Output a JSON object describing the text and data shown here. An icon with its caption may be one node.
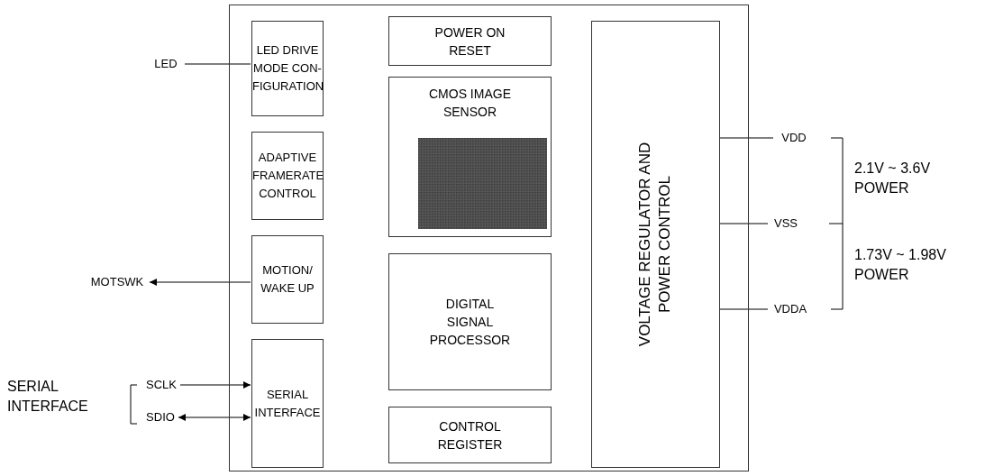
{
  "diagram": {
    "nodes": [
      {
        "text": [],
        "shape": "box"
      },
      {
        "text": [
          "LED DRIVE MODE CON- FIGURATION"
        ],
        "in": 0
      },
      {
        "text": [
          "ADAPTIVE FRAMERATE CONTROL"
        ],
        "in": 0
      },
      {
        "text": [
          "MOTION/ WAKE UP"
        ],
        "in": 0
      },
      {
        "text": [
          "SERIAL INTERFACE"
        ],
        "in": 0
      },
      {
        "text": [
          "POWER ON RESET"
        ],
        "in": 0
      },
      {
        "text": [
          "CMOS IMAGE SENSOR"
        ],
        "in": 0
      },
      {
        "text": [
          "DIGITAL SIGNAL PROCESSOR"
        ],
        "in": 0
      },
      {
        "text": [
          "CONTROL REGISTER"
        ],
        "in": 0
      },
      {
        "text": [
          "VOLTAGE REGULATOR AND POWER CONTROL"
        ],
        "in": 0
      },
      {
        "text": [
          "LED"
        ]
      },
      {
        "text": [
          "MOTSWK"
        ]
      },
      {
        "text": [
          "SCLK"
        ]
      },
      {
        "text": [
          "SDIO"
        ]
      },
      {
        "text": [
          "VDD"
        ]
      },
      {
        "text": [
          "VSS"
        ]
      },
      {
        "text": [
          "VDDA"
        ]
      }
    ],
    "edges": [
      {
        "from": 10,
        "to": 1,
        "arrow": "none"
      },
      {
        "from": 3,
        "to": 11,
        "arrow": "to"
      },
      {
        "from": 12,
        "to": 4,
        "arrow": "to"
      },
      {
        "from": 13,
        "to": 4,
        "arrow": "both"
      },
      {
        "from": 9,
        "to": 14,
        "arrow": "none"
      },
      {
        "from": 9,
        "to": 15,
        "arrow": "none"
      },
      {
        "from": 9,
        "to": 16,
        "arrow": "none"
      }
    ],
    "labels": [
      "SERIAL INTERFACE",
      "2.1V ~ 3.6V POWER",
      "1.73V ~ 1.98V POWER"
    ]
  }
}
